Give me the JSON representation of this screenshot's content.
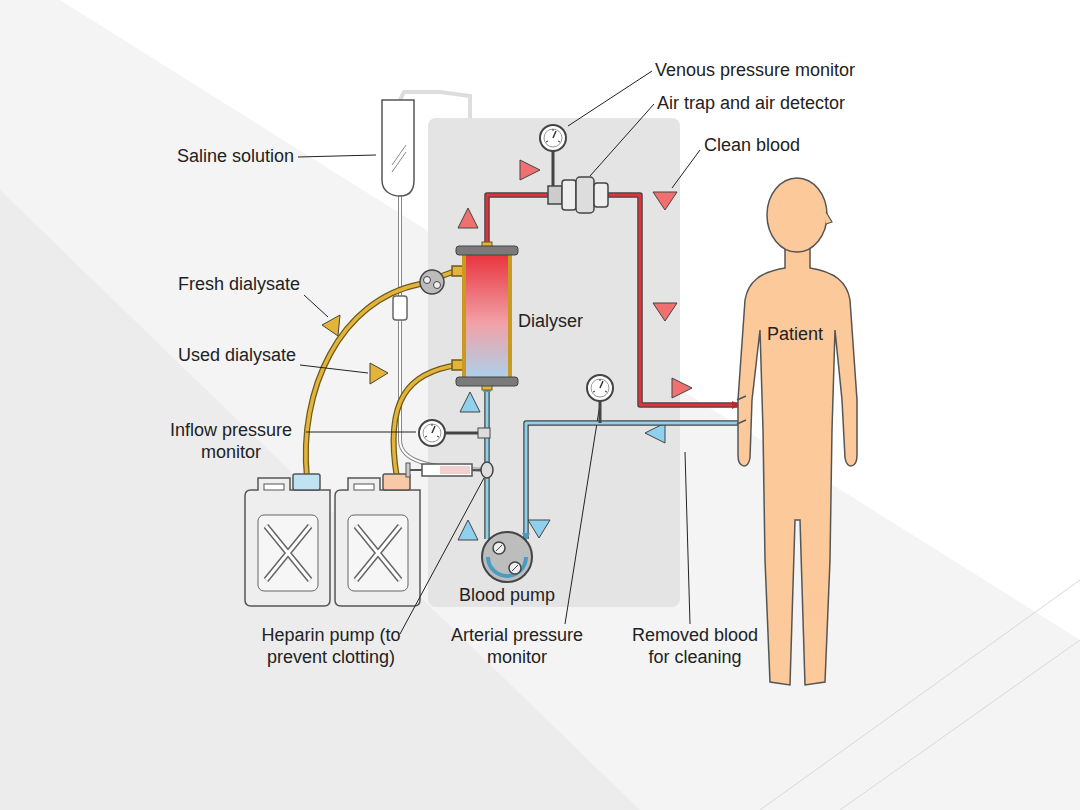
{
  "diagram": {
    "nodes": [
      {
        "text": [
          "Dialyser"
        ]
      },
      {
        "text": [
          "Patient"
        ]
      },
      {
        "text": [
          "Blood pump"
        ]
      }
    ],
    "edges": [
      {
        "from": 1,
        "to": 2,
        "arrow": "to"
      },
      {
        "from": 2,
        "to": 0,
        "arrow": "to"
      },
      {
        "from": 0,
        "to": 1,
        "arrow": "to"
      }
    ],
    "labels": [
      "Venous pressure monitor",
      "Air trap and air detector",
      "Clean blood",
      "Saline solution",
      "Fresh dialysate",
      "Used dialysate",
      "Inflow pressure monitor",
      "Heparin pump (to prevent clotting)",
      "Arterial pressure monitor",
      "Removed blood for cleaning"
    ]
  }
}
